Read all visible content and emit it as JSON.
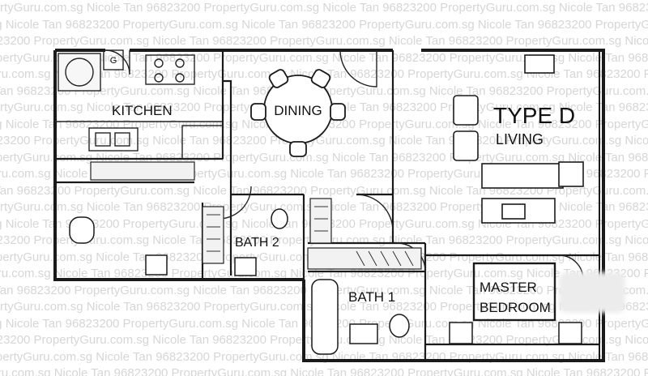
{
  "watermark": {
    "text": "PropertyGuru.com.sg Nicole Tan 96823200"
  },
  "rooms": {
    "kitchen": "KITCHEN",
    "dining": "DINING",
    "type": "TYPE D",
    "living": "LIVING",
    "bath2": "BATH 2",
    "bath1": "BATH 1",
    "master_line1": "MASTER",
    "master_line2": "BEDROOM"
  },
  "fixtures": {
    "gas_symbol": "G"
  }
}
